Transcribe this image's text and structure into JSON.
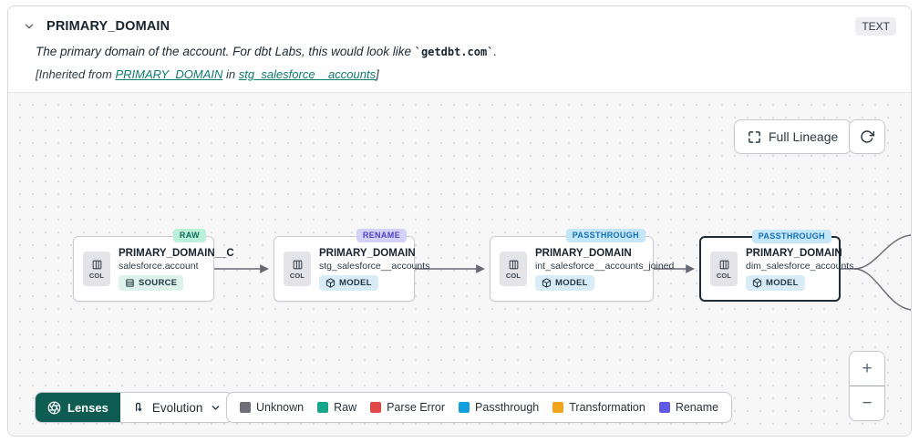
{
  "header": {
    "title": "PRIMARY_DOMAIN",
    "type_badge": "TEXT",
    "description_prefix": "The primary domain of the account. For dbt Labs, this would look like ",
    "description_code": "`getdbt.com`",
    "description_suffix": ".",
    "inherited_prefix": "[Inherited from ",
    "inherited_link_column": "PRIMARY_DOMAIN",
    "inherited_mid": " in ",
    "inherited_link_model": "stg_salesforce__accounts",
    "inherited_suffix": "]"
  },
  "canvas": {
    "full_lineage_label": "Full Lineage",
    "col_label": "COL",
    "zoom_in": "+",
    "zoom_out": "−",
    "nodes": [
      {
        "title": "PRIMARY_DOMAIN__C",
        "subtitle": "salesforce.account",
        "badge": "SOURCE",
        "tag": "RAW",
        "selected": false
      },
      {
        "title": "PRIMARY_DOMAIN",
        "subtitle": "stg_salesforce__accounts",
        "badge": "MODEL",
        "tag": "RENAME",
        "selected": false
      },
      {
        "title": "PRIMARY_DOMAIN",
        "subtitle": "int_salesforce__accounts_joined",
        "badge": "MODEL",
        "tag": "PASSTHROUGH",
        "selected": false
      },
      {
        "title": "PRIMARY_DOMAIN",
        "subtitle": "dim_salesforce_accounts",
        "badge": "MODEL",
        "tag": "PASSTHROUGH",
        "selected": true
      }
    ]
  },
  "footer": {
    "lenses_label": "Lenses",
    "lens_selected": "Evolution",
    "legend": [
      {
        "label": "Unknown",
        "color": "#6e6e78"
      },
      {
        "label": "Raw",
        "color": "#17a689"
      },
      {
        "label": "Parse Error",
        "color": "#e04848"
      },
      {
        "label": "Passthrough",
        "color": "#13a0e0"
      },
      {
        "label": "Transformation",
        "color": "#f2a41f"
      },
      {
        "label": "Rename",
        "color": "#5e59e6"
      }
    ]
  },
  "icons": {
    "header_collapse": "chevron-down",
    "full_lineage": "expand-corners",
    "refresh": "circular-arrow",
    "lenses": "aperture",
    "evolution": "route-arrow",
    "node_chip": "table-columns",
    "source_badge": "table-rows",
    "model_badge": "cube"
  },
  "colors": {
    "lenses_button": "#0e5c52",
    "tag_raw_bg": "#b9f0da",
    "tag_rename_bg": "#d4d1f9",
    "tag_passthrough_bg": "#c3e6f9",
    "canvas_bg": "#f7f7f8"
  }
}
